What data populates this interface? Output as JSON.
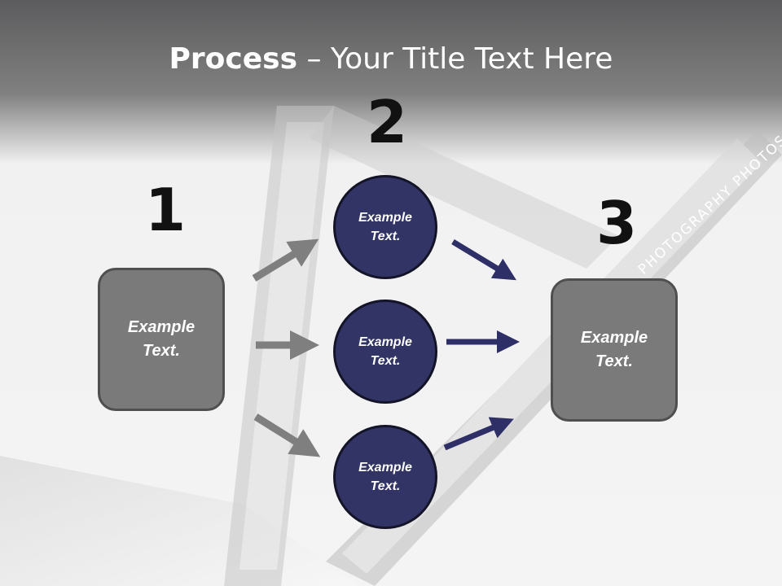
{
  "title": {
    "bold": "Process",
    "rest": " – Your Title Text Here"
  },
  "steps": {
    "n1": "1",
    "n2": "2",
    "n3": "3"
  },
  "left_box": {
    "line1": "Example",
    "line2": "Text."
  },
  "circles": [
    {
      "line1": "Example",
      "line2": "Text."
    },
    {
      "line1": "Example",
      "line2": "Text."
    },
    {
      "line1": "Example",
      "line2": "Text."
    }
  ],
  "right_box": {
    "line1": "Example",
    "line2": "Text."
  },
  "film_label": "PHOTOGRAPHY PHOTOS",
  "colors": {
    "box_fill": "#7a7a7a",
    "circle_fill": "#323466",
    "gray_arrow": "#7f7f7f",
    "navy_arrow": "#2e2f66"
  }
}
